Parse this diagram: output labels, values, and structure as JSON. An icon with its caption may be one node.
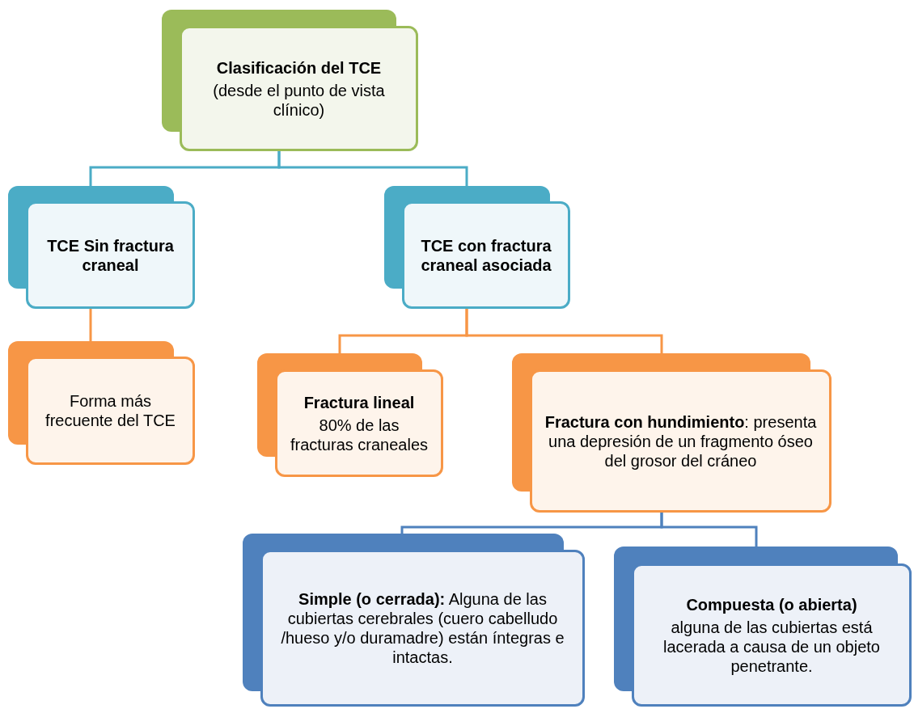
{
  "diagram": {
    "nodes": [
      {
        "text": [
          "Clasificación del TCE",
          "(desde el punto de vista clínico)"
        ]
      },
      {
        "text": [
          "TCE Sin fractura craneal"
        ]
      },
      {
        "text": [
          "TCE con fractura craneal asociada"
        ]
      },
      {
        "text": [
          "Forma más frecuente del TCE"
        ]
      },
      {
        "text": [
          "Fractura lineal",
          "80% de las fracturas craneales"
        ]
      },
      {
        "text": [
          "**Fractura con hundimiento**: presenta una depresión de un fragmento óseo del grosor del cráneo"
        ]
      },
      {
        "text": [
          "**Simple (o cerrada):** Alguna de las cubiertas cerebrales (cuero cabelludo /hueso y/o duramadre) están íntegras e intactas."
        ]
      },
      {
        "text": [
          "Compuesta (o abierta)",
          "alguna de las cubiertas está lacerada a causa de un objeto penetrante."
        ]
      }
    ],
    "edges": [
      {
        "from": 0,
        "to": 1,
        "arrow": "none",
        "color": "#4bacc6"
      },
      {
        "from": 0,
        "to": 2,
        "arrow": "none",
        "color": "#4bacc6"
      },
      {
        "from": 1,
        "to": 3,
        "arrow": "none",
        "color": "#f79646"
      },
      {
        "from": 2,
        "to": 4,
        "arrow": "none",
        "color": "#f79646"
      },
      {
        "from": 2,
        "to": 5,
        "arrow": "none",
        "color": "#f79646"
      },
      {
        "from": 5,
        "to": 6,
        "arrow": "none",
        "color": "#4f81bd"
      },
      {
        "from": 5,
        "to": 7,
        "arrow": "none",
        "color": "#4f81bd"
      }
    ]
  }
}
